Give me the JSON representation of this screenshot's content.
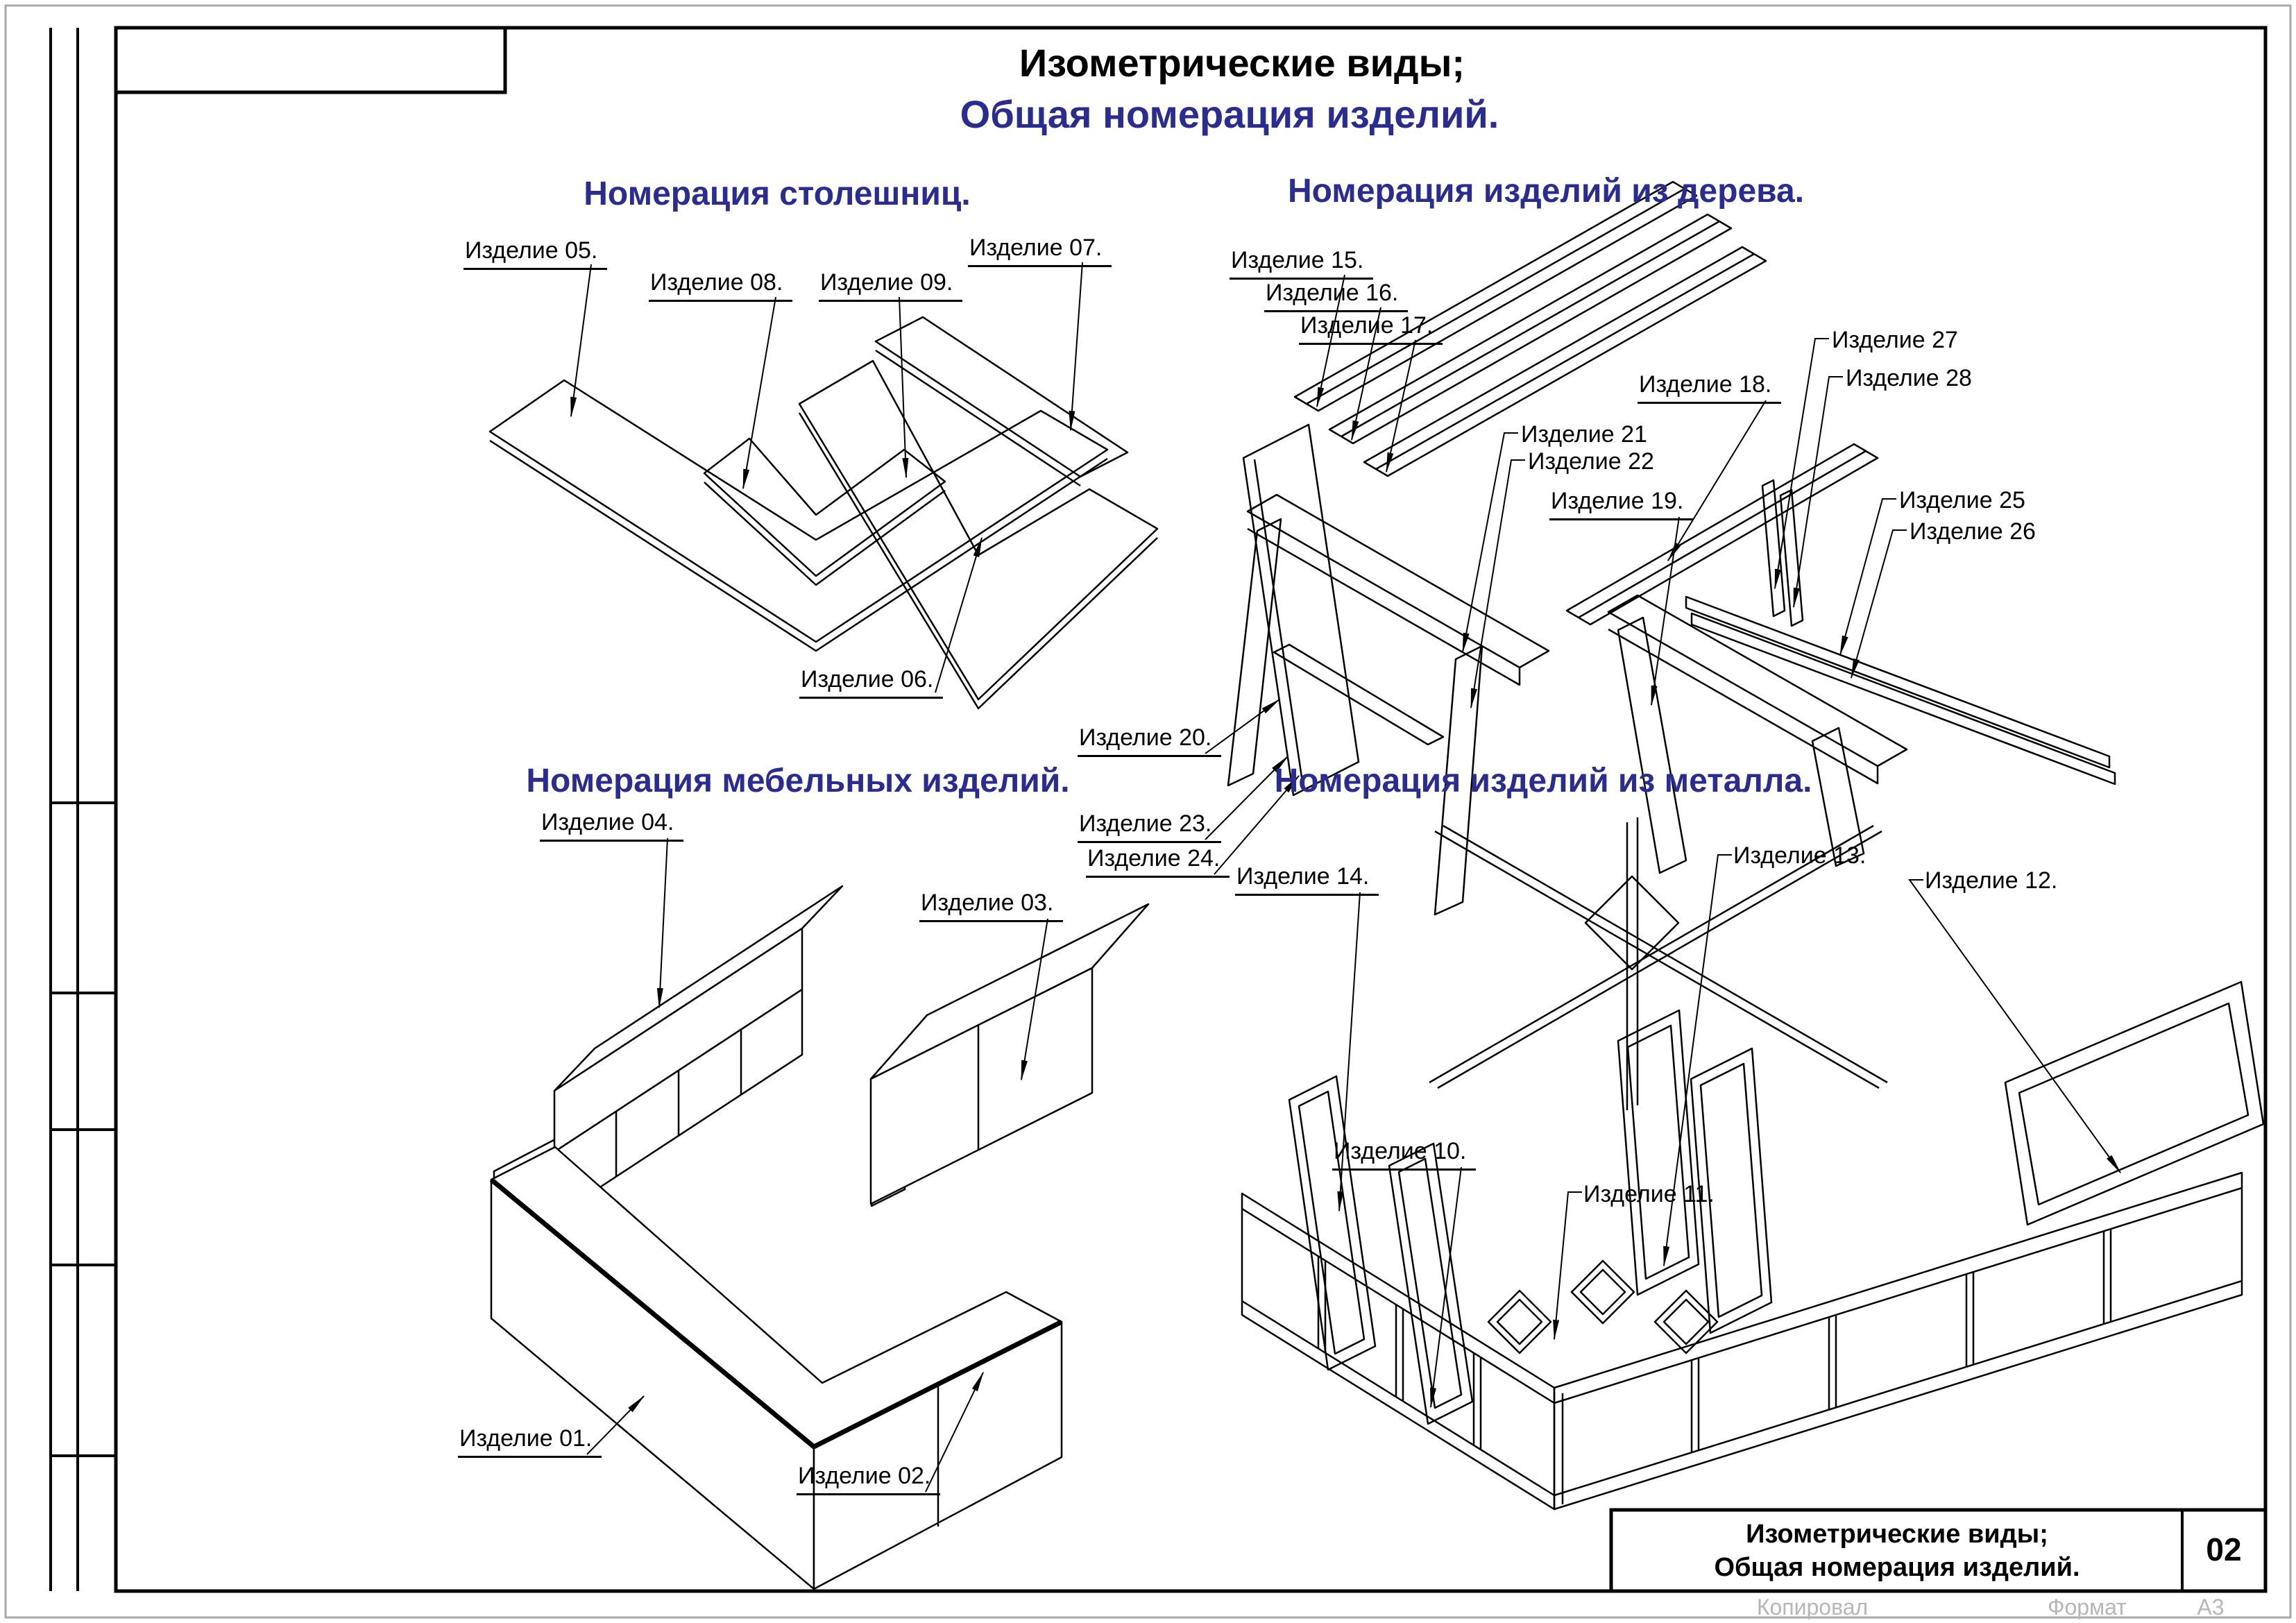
{
  "sheet": {
    "title": {
      "line1": "Изометрические виды;",
      "line2": "Общая номерация изделий."
    },
    "title_block": {
      "line1": "Изометрические виды;",
      "line2": "Общая номерация изделий.",
      "sheet_number": "02"
    },
    "footer": {
      "copied_by_label": "Копировал",
      "format_label": "Формат",
      "format_value": "А3"
    },
    "colors": {
      "accent": "#2a2d8f",
      "ink": "#000000",
      "muted": "#b6b6b6",
      "page_border": "#a8a8a8"
    }
  },
  "sections": {
    "countertops": {
      "heading": "Номерация столешниц."
    },
    "wood": {
      "heading": "Номерация изделий из дерева."
    },
    "furniture": {
      "heading": "Номерация мебельных изделий."
    },
    "metal": {
      "heading": "Номерация изделий из металла."
    }
  },
  "labels": {
    "countertops": [
      {
        "id": "izdelie-05",
        "text": "Изделие 05."
      },
      {
        "id": "izdelie-06",
        "text": "Изделие 06."
      },
      {
        "id": "izdelie-07",
        "text": "Изделие 07."
      },
      {
        "id": "izdelie-08",
        "text": "Изделие 08."
      },
      {
        "id": "izdelie-09",
        "text": "Изделие 09."
      }
    ],
    "wood": [
      {
        "id": "izdelie-15",
        "text": "Изделие 15."
      },
      {
        "id": "izdelie-16",
        "text": "Изделие 16."
      },
      {
        "id": "izdelie-17",
        "text": "Изделие 17."
      },
      {
        "id": "izdelie-18",
        "text": "Изделие 18."
      },
      {
        "id": "izdelie-19",
        "text": "Изделие 19."
      },
      {
        "id": "izdelie-20",
        "text": "Изделие 20."
      },
      {
        "id": "izdelie-21",
        "text": "Изделие 21"
      },
      {
        "id": "izdelie-22",
        "text": "Изделие 22"
      },
      {
        "id": "izdelie-23",
        "text": "Изделие 23."
      },
      {
        "id": "izdelie-24",
        "text": "Изделие 24."
      },
      {
        "id": "izdelie-25",
        "text": "Изделие 25"
      },
      {
        "id": "izdelie-26",
        "text": "Изделие 26"
      },
      {
        "id": "izdelie-27",
        "text": "Изделие 27"
      },
      {
        "id": "izdelie-28",
        "text": "Изделие 28"
      }
    ],
    "furniture": [
      {
        "id": "izdelie-01",
        "text": "Изделие 01."
      },
      {
        "id": "izdelie-02",
        "text": "Изделие 02."
      },
      {
        "id": "izdelie-03",
        "text": "Изделие 03."
      },
      {
        "id": "izdelie-04",
        "text": "Изделие 04."
      }
    ],
    "metal": [
      {
        "id": "izdelie-10",
        "text": "Изделие 10."
      },
      {
        "id": "izdelie-11",
        "text": "Изделие 11."
      },
      {
        "id": "izdelie-12",
        "text": "Изделие 12."
      },
      {
        "id": "izdelie-13",
        "text": "Изделие 13."
      },
      {
        "id": "izdelie-14",
        "text": "Изделие 14."
      }
    ]
  }
}
